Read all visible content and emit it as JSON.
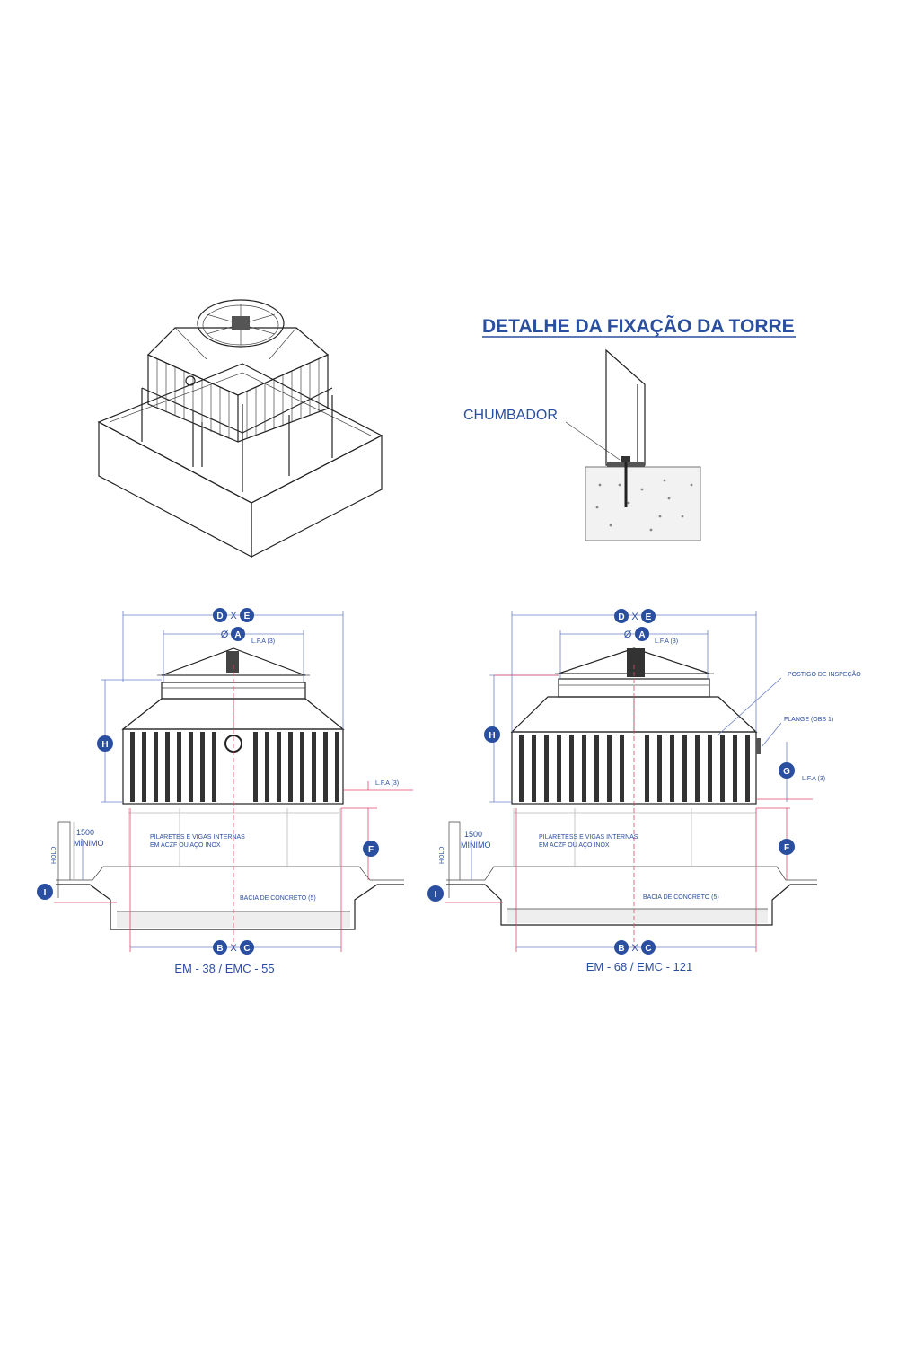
{
  "detail": {
    "title": "DETALHE DA FIXAÇÃO DA TORRE",
    "anchor_label": "CHUMBADOR"
  },
  "left_view": {
    "dim_top": {
      "a": "D",
      "sep": "X",
      "b": "E"
    },
    "dim_diameter": {
      "prefix": "Ø",
      "letter": "A"
    },
    "lfa_top": "L.F.A (3)",
    "dim_height": "H",
    "lfa_side": "L.F.A (3)",
    "dim_f": "F",
    "dim_i": "I",
    "hold": "HOLD",
    "min_value": "1500",
    "min_label": "MÍNIMO",
    "structure_note_1": "PILARETES E VIGAS INTERNAS",
    "structure_note_2": "EM ACZF OU AÇO INOX",
    "basin_label": "BACIA DE CONCRETO (5)",
    "dim_bottom": {
      "a": "B",
      "sep": "X",
      "b": "C"
    },
    "model": "EM - 38 / EMC - 55"
  },
  "right_view": {
    "dim_top": {
      "a": "D",
      "sep": "X",
      "b": "E"
    },
    "dim_diameter": {
      "prefix": "Ø",
      "letter": "A"
    },
    "lfa_top": "L.F.A (3)",
    "dim_height": "H",
    "inspection": "POSTIGO DE INSPEÇÃO",
    "flange": "FLANGE (OBS 1)",
    "dim_g": "G",
    "lfa_side": "L.F.A (3)",
    "dim_f": "F",
    "dim_i": "I",
    "hold": "HOLD",
    "min_value": "1500",
    "min_label": "MÍNIMO",
    "structure_note_1": "PILARETESS E VIGAS INTERNAS",
    "structure_note_2": "EM ACZF OU AÇO INOX",
    "basin_label": "BACIA DE CONCRETO (5)",
    "dim_bottom": {
      "a": "B",
      "sep": "X",
      "b": "C"
    },
    "model": "EM - 68 / EMC - 121"
  },
  "colors": {
    "label_blue": "#2b4fa0",
    "dimension_red": "#e2466a",
    "dimension_blue": "#6b7fc4"
  }
}
